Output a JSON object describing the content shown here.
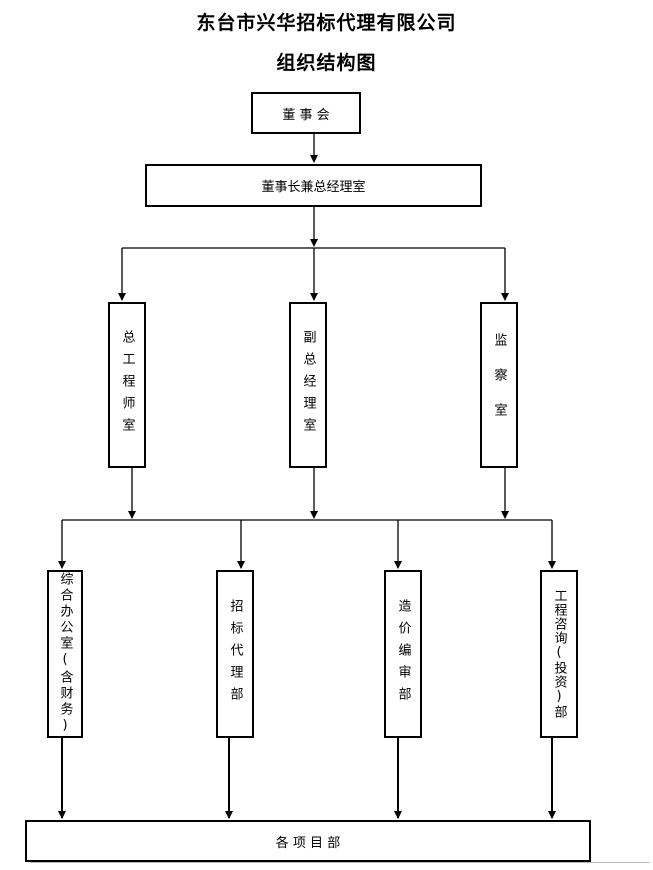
{
  "title": "东台市兴华招标代理有限公司",
  "subtitle": "组织结构图",
  "nodes": {
    "board": "董 事 会",
    "chairman": "董事长兼总经理室",
    "chief_engineer": "总工程师室",
    "vice_gm": "副总经理室",
    "supervision": "监察室",
    "general_office": "综合办公室(含财务)",
    "bidding": "招标代理部",
    "costing": "造价编审部",
    "consulting": "工程咨询(投资)部",
    "projects": "各 项 目 部"
  }
}
